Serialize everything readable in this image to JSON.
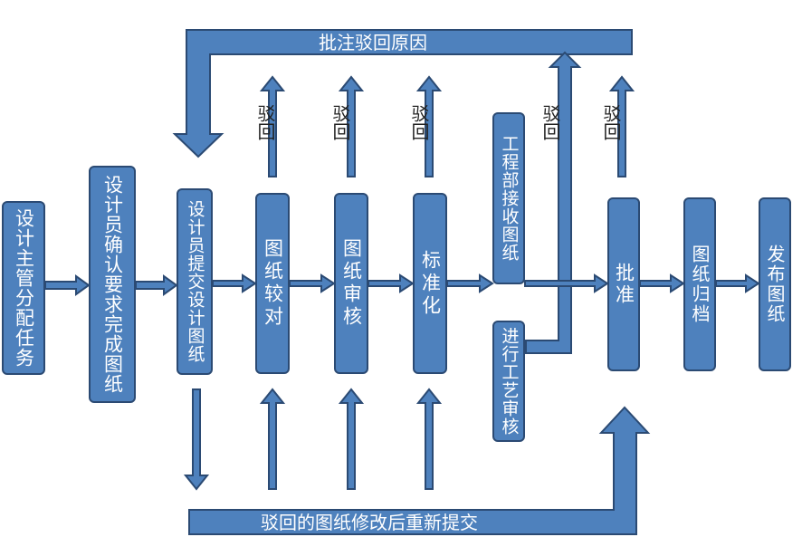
{
  "colors": {
    "fill": "#4e81bd",
    "stroke": "#2b4a73",
    "text_on_fill": "#ffffff",
    "text_plain": "#222222"
  },
  "top_bar_label": "批注驳回原因",
  "bottom_bar_label": "驳回的图纸修改后重新提交",
  "reject_label": "驳回",
  "steps": [
    "设计主管分配任务",
    "设计员确认要求完成图纸",
    "设计员提交设计图纸",
    "图纸较对",
    "图纸审核",
    "标准化",
    "工程部接收图纸",
    "进行工艺审核",
    "批准",
    "图纸归档",
    "发布图纸"
  ]
}
